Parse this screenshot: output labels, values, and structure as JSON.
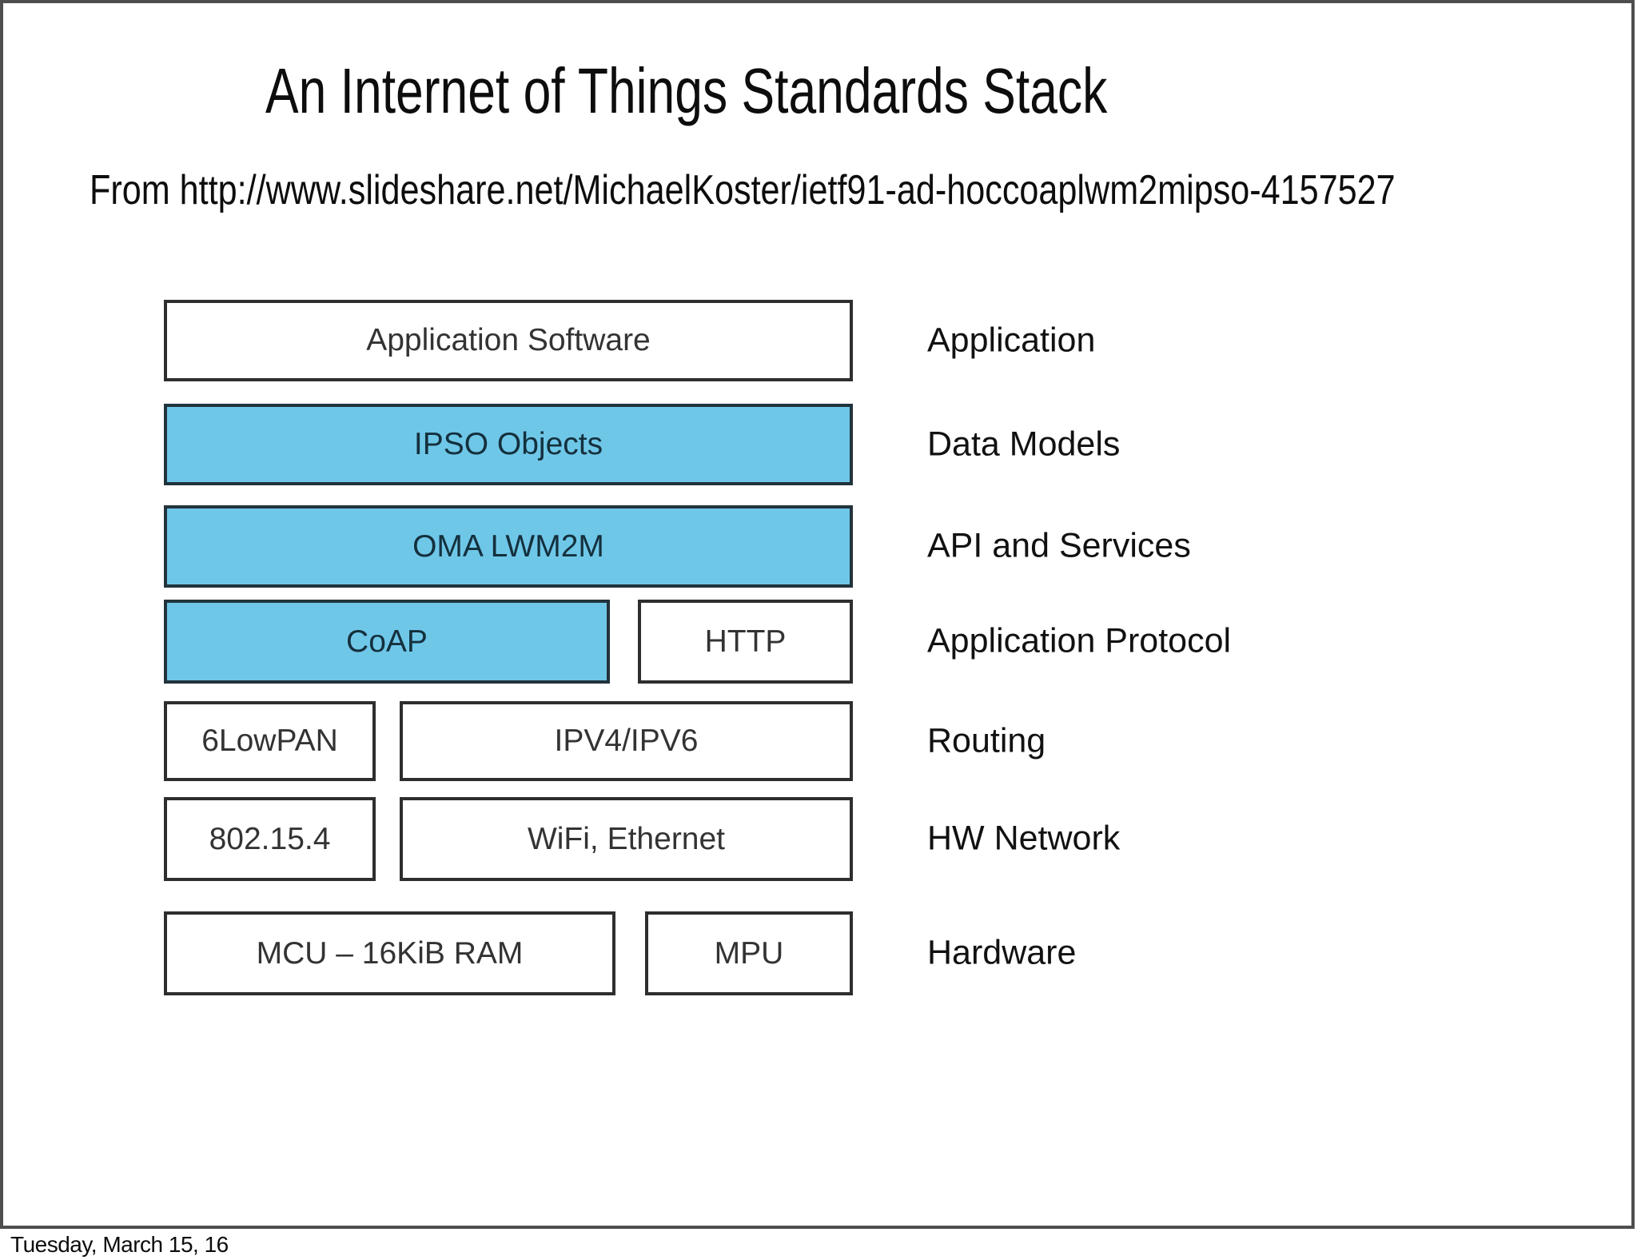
{
  "header": {
    "title": "An Internet of Things Standards Stack",
    "source_line": "From http://www.slideshare.net/MichaelKoster/ietf91-ad-hoccoaplwm2mipso-4157527"
  },
  "colors": {
    "highlight_blue": "#6fc7e8",
    "box_border": "#2e2e2e",
    "frame_border": "#4e4e4e"
  },
  "stack": {
    "rows": [
      {
        "label": "Application",
        "boxes": [
          {
            "text": "Application Software",
            "highlighted": false
          }
        ]
      },
      {
        "label": "Data Models",
        "boxes": [
          {
            "text": "IPSO Objects",
            "highlighted": true
          }
        ]
      },
      {
        "label": "API and Services",
        "boxes": [
          {
            "text": "OMA LWM2M",
            "highlighted": true
          }
        ]
      },
      {
        "label": "Application Protocol",
        "boxes": [
          {
            "text": "CoAP",
            "highlighted": true
          },
          {
            "text": "HTTP",
            "highlighted": false
          }
        ]
      },
      {
        "label": "Routing",
        "boxes": [
          {
            "text": "6LowPAN",
            "highlighted": false
          },
          {
            "text": "IPV4/IPV6",
            "highlighted": false
          }
        ]
      },
      {
        "label": "HW Network",
        "boxes": [
          {
            "text": "802.15.4",
            "highlighted": false
          },
          {
            "text": "WiFi, Ethernet",
            "highlighted": false
          }
        ]
      },
      {
        "label": "Hardware",
        "boxes": [
          {
            "text": "MCU – 16KiB RAM",
            "highlighted": false
          },
          {
            "text": "MPU",
            "highlighted": false
          }
        ]
      }
    ]
  },
  "footer": {
    "date": "Tuesday, March 15, 16"
  }
}
